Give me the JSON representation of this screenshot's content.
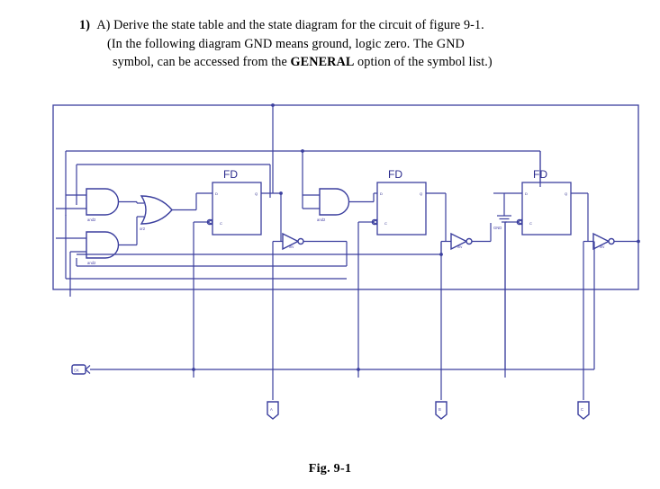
{
  "question": {
    "number": "1)",
    "part": "A)",
    "line1": "Derive the state table and the state diagram for the circuit of figure 9-1.",
    "line2": "(In the following diagram GND means ground, logic zero. The GND",
    "line3_pre": "symbol, can be accessed from the ",
    "line3_bold": "GENERAL",
    "line3_post": " option of  the symbol list.)"
  },
  "figure": {
    "caption": "Fig. 9-1",
    "line_color": "#3b3f9e",
    "label_color": "#2a2a8c",
    "fill_color": "#ffffff",
    "flipflops": [
      {
        "title": "FD",
        "pin_d": "D",
        "pin_q": "Q",
        "pin_c": "C"
      },
      {
        "title": "FD",
        "pin_d": "D",
        "pin_q": "Q",
        "pin_c": "C"
      },
      {
        "title": "FD",
        "pin_d": "D",
        "pin_q": "Q",
        "pin_c": "C"
      }
    ],
    "gates": [
      {
        "type": "and2",
        "label": "and2"
      },
      {
        "type": "and2",
        "label": "and2"
      },
      {
        "type": "or2",
        "label": "or2"
      },
      {
        "type": "and2",
        "label": "and2"
      }
    ],
    "inverters": [
      {
        "label": "inv"
      },
      {
        "label": "inv"
      },
      {
        "label": "inv"
      }
    ],
    "gnd": {
      "label": "GND"
    },
    "input_ports": [
      {
        "label": "CK"
      }
    ],
    "output_ports": [
      {
        "label": "A"
      },
      {
        "label": "B"
      },
      {
        "label": "C"
      }
    ]
  }
}
